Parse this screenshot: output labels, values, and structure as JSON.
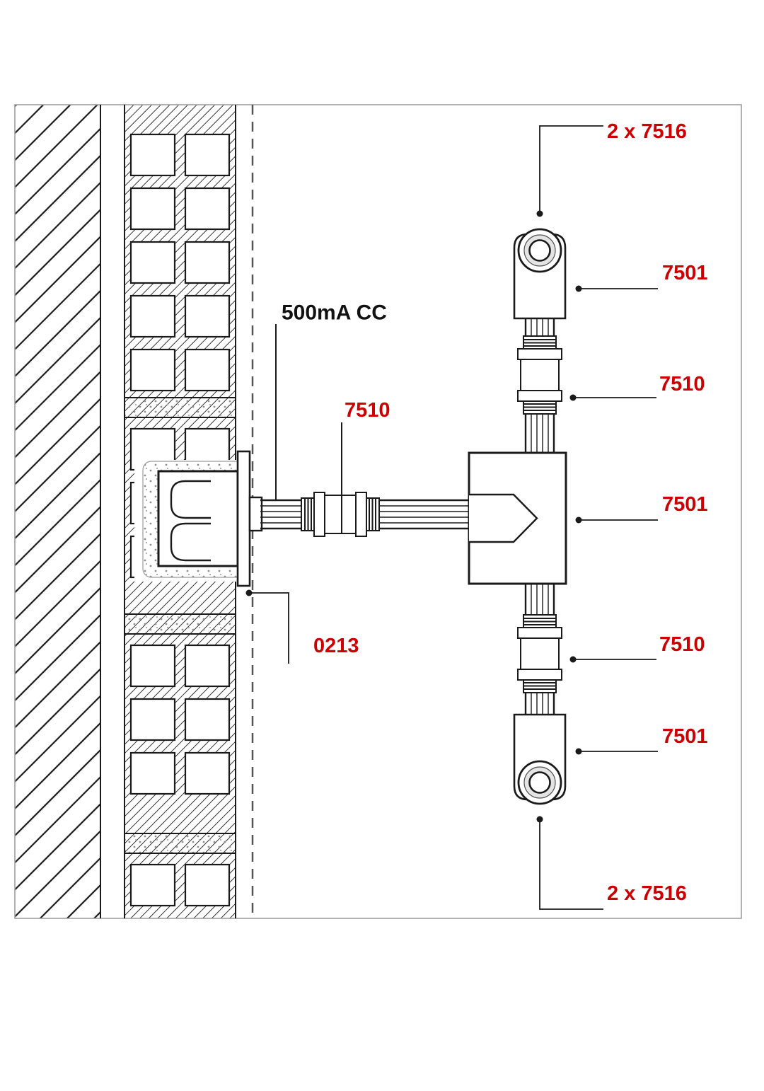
{
  "drawing": {
    "accent_red": "#cc0000",
    "line_color": "#1a1a1a",
    "frame_color": "#999999"
  },
  "labels": {
    "top_pair": "2 x 7516",
    "elbow_top": "7501",
    "coupler_top": "7510",
    "tee": "7501",
    "coupler_bottom": "7510",
    "elbow_bottom": "7501",
    "bottom_pair": "2 x 7516",
    "supply": "500mA CC",
    "inline_coupler": "7510",
    "flush_box": "0213"
  }
}
